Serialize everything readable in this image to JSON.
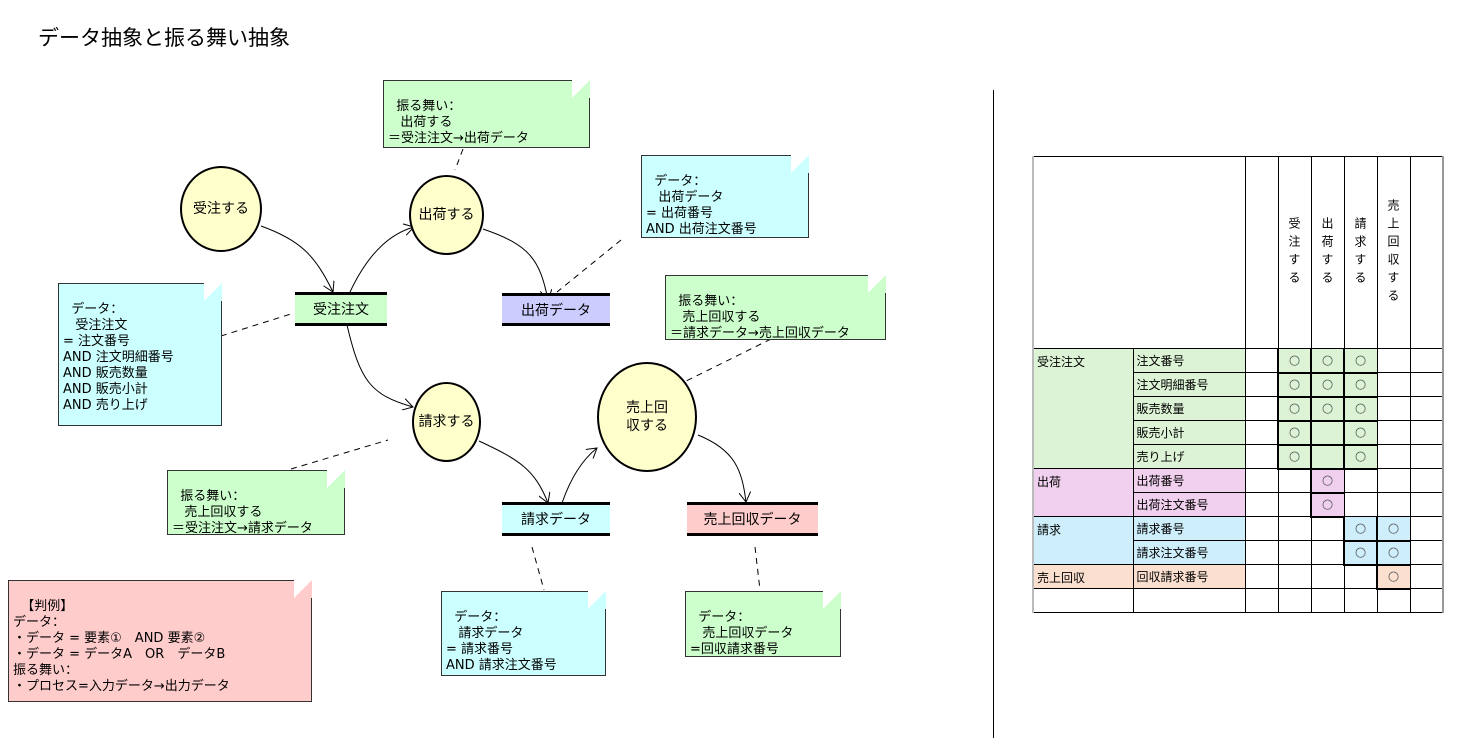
{
  "title": "データ抽象と振る舞い抽象",
  "processes": [
    {
      "id": "p1",
      "label": "受注する"
    },
    {
      "id": "p2",
      "label": "出荷する"
    },
    {
      "id": "p3",
      "label": "請求する"
    },
    {
      "id": "p4",
      "label": "売上回\n収する"
    }
  ],
  "stores": [
    {
      "id": "s1",
      "label": "受注注文",
      "color": "#ccffcc"
    },
    {
      "id": "s2",
      "label": "出荷データ",
      "color": "#ccccff"
    },
    {
      "id": "s3",
      "label": "請求データ",
      "color": "#ccffff"
    },
    {
      "id": "s4",
      "label": "売上回収データ",
      "color": "#ffcccc"
    }
  ],
  "notes": {
    "behavior_ship": "振る舞い：\n   出荷する\n＝受注注文→出荷データ",
    "data_ship": "データ：\n   出荷データ\n= 出荷番号\nAND 出荷注文番号",
    "behavior_collect": "振る舞い：\n   売上回収する\n＝請求データ→売上回収データ",
    "data_order": "データ：\n   受注注文\n= 注文番号\nAND 注文明細番号\nAND 販売数量\nAND 販売小計\nAND 売り上げ",
    "behavior_bill": "振る舞い：\n   売上回収する\n＝受注注文→請求データ",
    "legend": "【判例】\nデータ：\n・データ = 要素①　AND 要素②\n・データ = データA　OR　データB\n振る舞い：\n・プロセス=入力データ→出力データ",
    "data_bill": "データ：\n   請求データ\n= 請求番号\nAND 請求注文番号",
    "data_collect": "データ：\n   売上回収データ\n=回収請求番号"
  },
  "matrix": {
    "columns": [
      "受注する",
      "出荷する",
      "請求する",
      "売上回収する"
    ],
    "mark": "○",
    "groups": [
      {
        "name": "受注注文",
        "rows": [
          {
            "item": "注文番号",
            "marks": [
              true,
              true,
              true,
              false
            ]
          },
          {
            "item": "注文明細番号",
            "marks": [
              true,
              true,
              true,
              false
            ]
          },
          {
            "item": "販売数量",
            "marks": [
              true,
              true,
              true,
              false
            ]
          },
          {
            "item": "販売小計",
            "marks": [
              true,
              false,
              true,
              false
            ]
          },
          {
            "item": "売り上げ",
            "marks": [
              true,
              false,
              true,
              false
            ]
          }
        ]
      },
      {
        "name": "出荷",
        "rows": [
          {
            "item": "出荷番号",
            "marks": [
              false,
              true,
              false,
              false
            ]
          },
          {
            "item": "出荷注文番号",
            "marks": [
              false,
              true,
              false,
              false
            ]
          }
        ]
      },
      {
        "name": "請求",
        "rows": [
          {
            "item": "請求番号",
            "marks": [
              false,
              false,
              true,
              true
            ]
          },
          {
            "item": "請求注文番号",
            "marks": [
              false,
              false,
              true,
              true
            ]
          }
        ]
      },
      {
        "name": "売上回収",
        "rows": [
          {
            "item": "回収請求番号",
            "marks": [
              false,
              false,
              false,
              true
            ]
          }
        ]
      }
    ]
  }
}
